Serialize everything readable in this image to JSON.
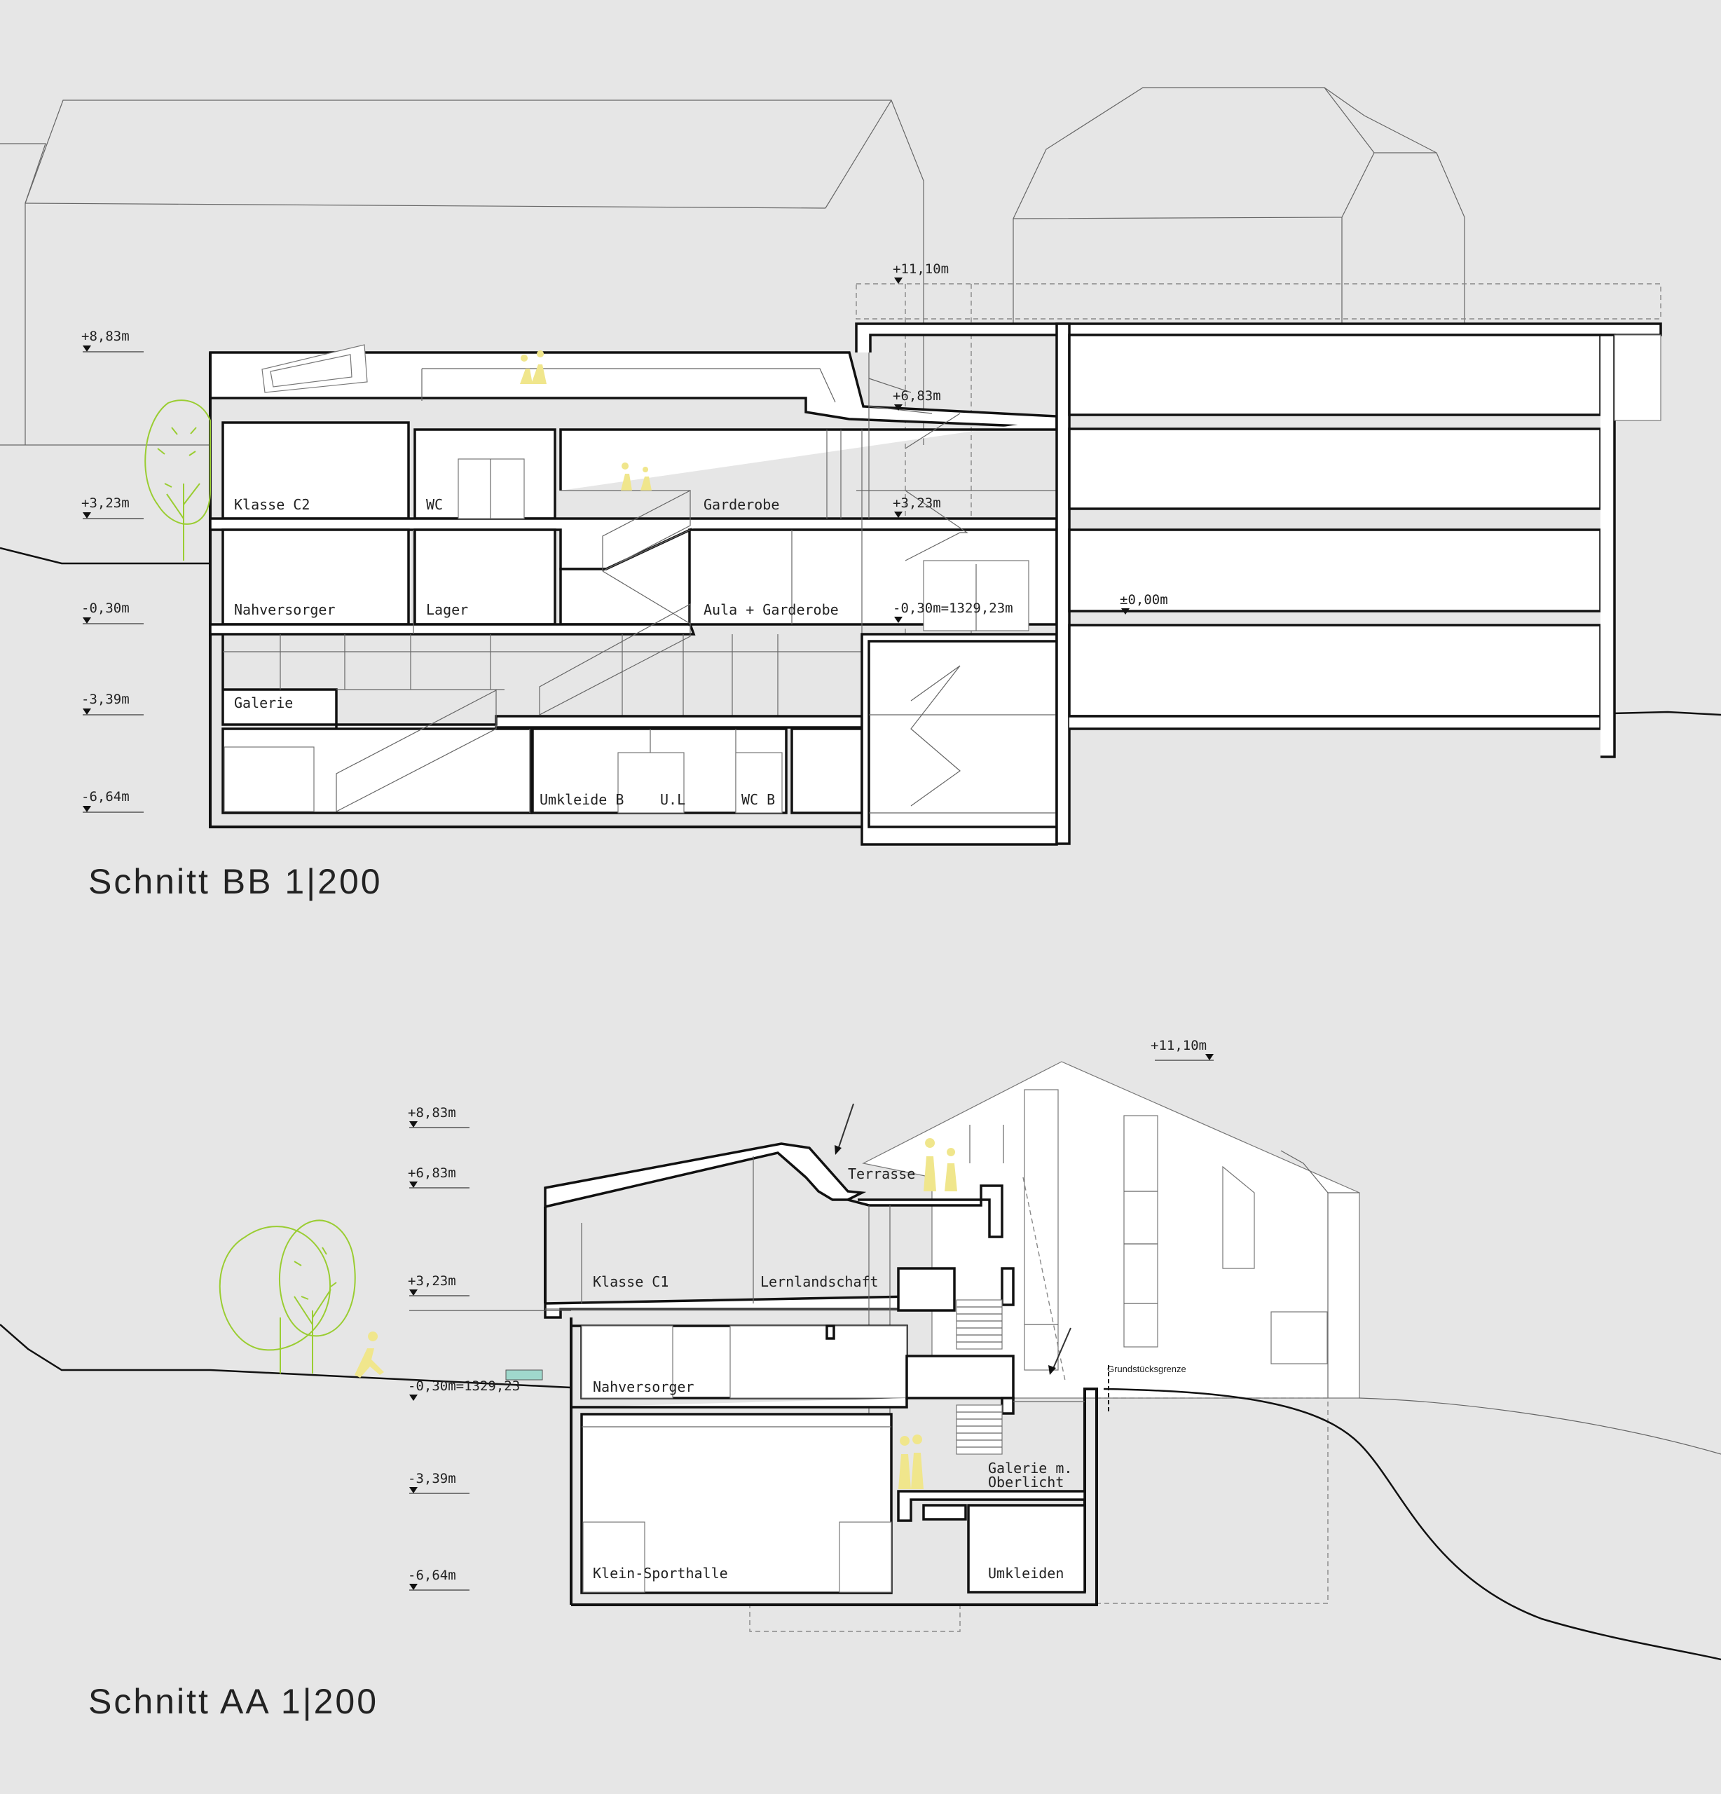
{
  "sections": {
    "bb": {
      "title": "Schnitt BB 1|200",
      "levels": [
        "+8,83m",
        "+3,23m",
        "-0,30m",
        "-3,39m",
        "-6,64m"
      ],
      "marks": {
        "top": "+11,10m",
        "roof": "+6,83m",
        "upper": "+3,23m",
        "entry": "-0,30m=1329,23m",
        "zero": "±0,00m"
      },
      "rooms": {
        "klasse_c2": "Klasse C2",
        "wc": "WC",
        "garderobe": "Garderobe",
        "nahversorger": "Nahversorger",
        "lager": "Lager",
        "aula": "Aula + Garderobe",
        "galerie": "Galerie",
        "umkleide_b": "Umkleide B",
        "ul": "U.L",
        "wc_b": "WC B"
      }
    },
    "aa": {
      "title": "Schnitt AA 1|200",
      "levels": [
        "+8,83m",
        "+6,83m",
        "+3,23m",
        "-0,30m=1329,23",
        "-3,39m",
        "-6,64m"
      ],
      "marks": {
        "top": "+11,10m"
      },
      "rooms": {
        "terrasse": "Terrasse",
        "klasse_c1": "Klasse C1",
        "lernlandschaft": "Lernlandschaft",
        "nahversorger": "Nahversorger",
        "galerie_1": "Galerie m.",
        "galerie_2": "Oberlicht",
        "sporthalle": "Klein-Sporthalle",
        "umkleiden": "Umkleiden"
      },
      "boundary": "Grundstücksgrenze"
    }
  },
  "colors": {
    "background": "#e6e6e6",
    "people": "#f0e68c",
    "trees": "#9acd32",
    "bench": "#9fd8cc"
  }
}
